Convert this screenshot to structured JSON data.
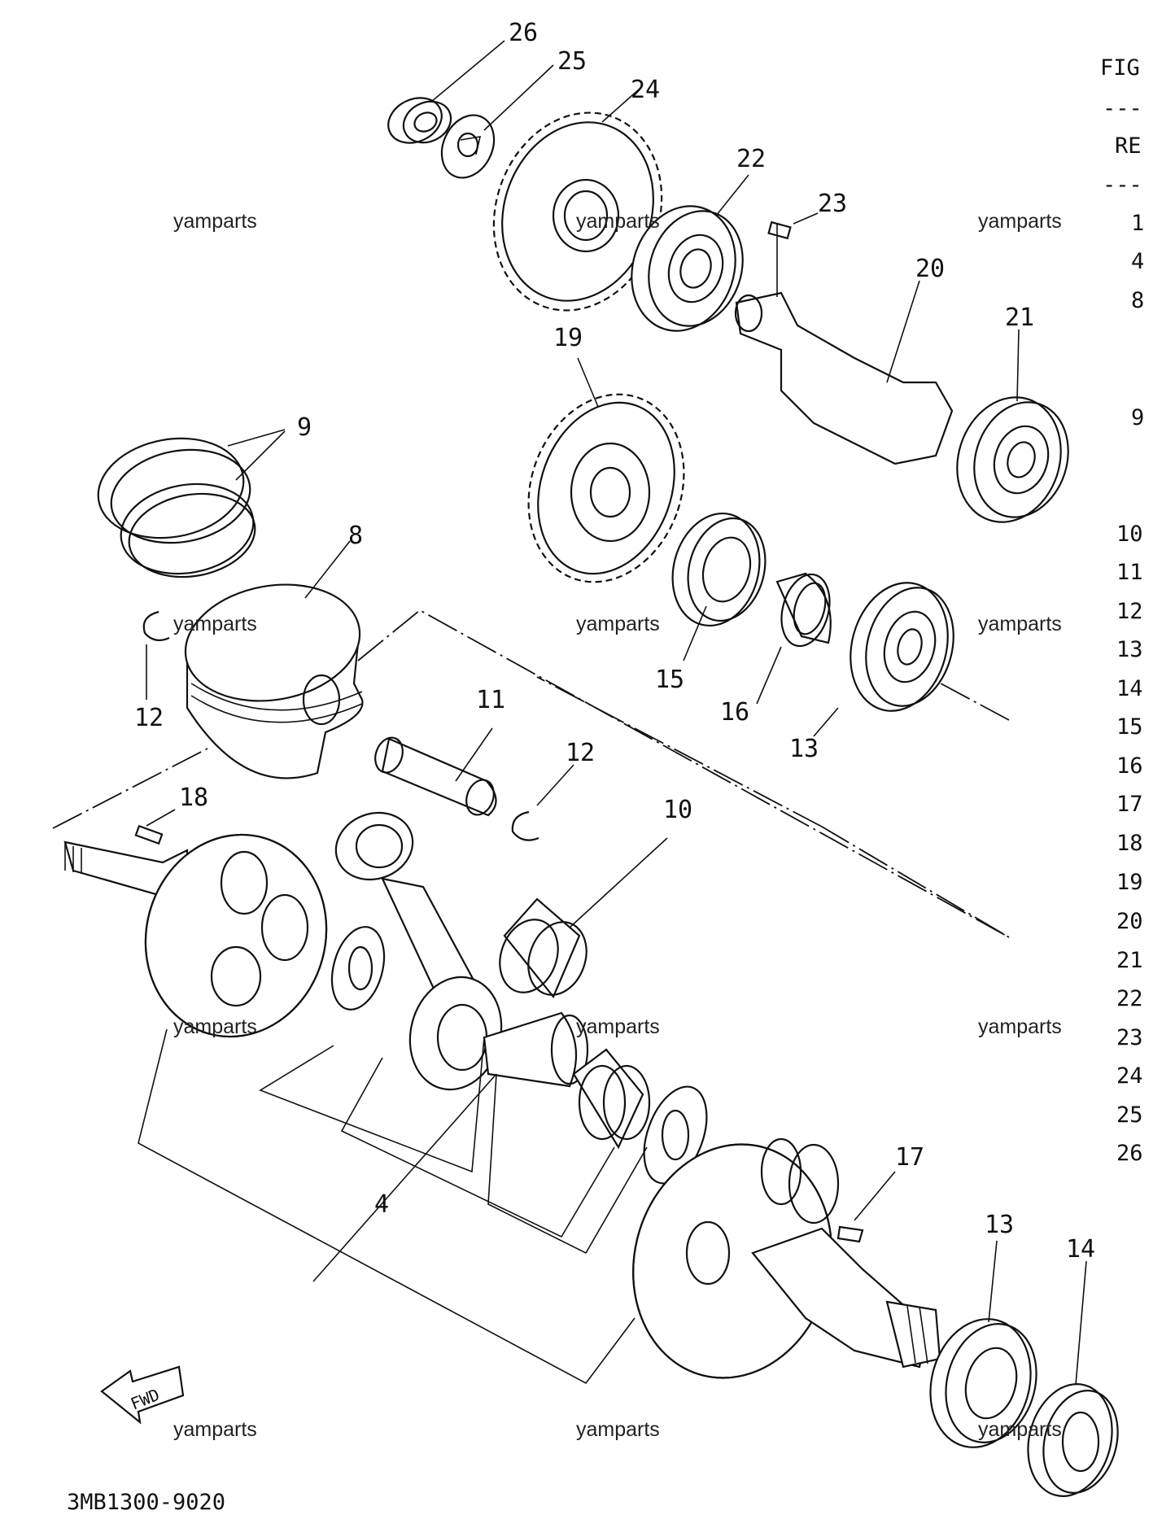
{
  "header": {
    "fig_label": "FIG",
    "fig_rule": "---",
    "ref_label": "RE",
    "ref_rule": "---"
  },
  "ref_list": [
    "1",
    "4",
    "8",
    "9",
    "10",
    "11",
    "12",
    "13",
    "14",
    "15",
    "16",
    "17",
    "18",
    "19",
    "20",
    "21",
    "22",
    "23",
    "24",
    "25",
    "26"
  ],
  "callouts": [
    "26",
    "25",
    "24",
    "22",
    "23",
    "20",
    "21",
    "19",
    "9",
    "8",
    "12",
    "11",
    "12",
    "10",
    "15",
    "16",
    "13",
    "18",
    "4",
    "17",
    "13",
    "14"
  ],
  "watermark": "yamparts",
  "watermark_count": 12,
  "fwd_label": "FWD",
  "diagram_code": "3MB1300-9020"
}
